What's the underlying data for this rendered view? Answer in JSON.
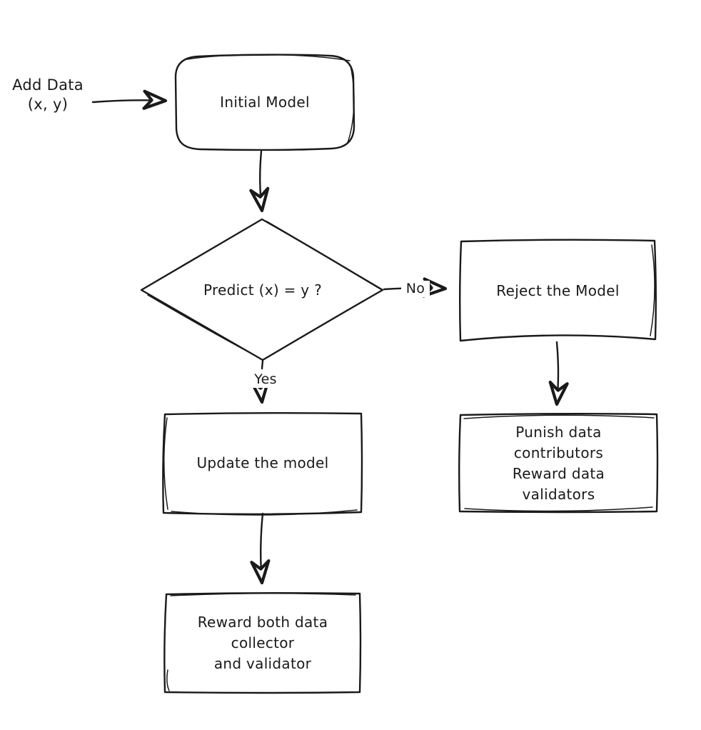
{
  "diagram": {
    "type": "flowchart",
    "style": "hand-drawn-sketch",
    "background_color": "#ffffff",
    "stroke_color": "#1a1a1a",
    "nodes": {
      "add_data": {
        "shape": "text",
        "label": "Add Data\n(x, y)"
      },
      "initial_model": {
        "shape": "rounded-rectangle",
        "label": "Initial Model"
      },
      "predict_decision": {
        "shape": "diamond",
        "label": "Predict (x) = y ?"
      },
      "reject_model": {
        "shape": "rectangle",
        "label": "Reject the Model"
      },
      "update_model": {
        "shape": "rectangle",
        "label": "Update the model"
      },
      "punish_reward": {
        "shape": "rectangle",
        "label": "Punish data\ncontributors\nReward data\nvalidators"
      },
      "reward_both": {
        "shape": "rectangle",
        "label": "Reward both data\ncollector\nand validator"
      }
    },
    "edges": [
      {
        "from": "add_data",
        "to": "initial_model",
        "label": ""
      },
      {
        "from": "initial_model",
        "to": "predict_decision",
        "label": ""
      },
      {
        "from": "predict_decision",
        "to": "reject_model",
        "label": "No"
      },
      {
        "from": "predict_decision",
        "to": "update_model",
        "label": "Yes"
      },
      {
        "from": "reject_model",
        "to": "punish_reward",
        "label": ""
      },
      {
        "from": "update_model",
        "to": "reward_both",
        "label": ""
      }
    ],
    "edge_labels": {
      "no": "No",
      "yes": "Yes"
    }
  }
}
